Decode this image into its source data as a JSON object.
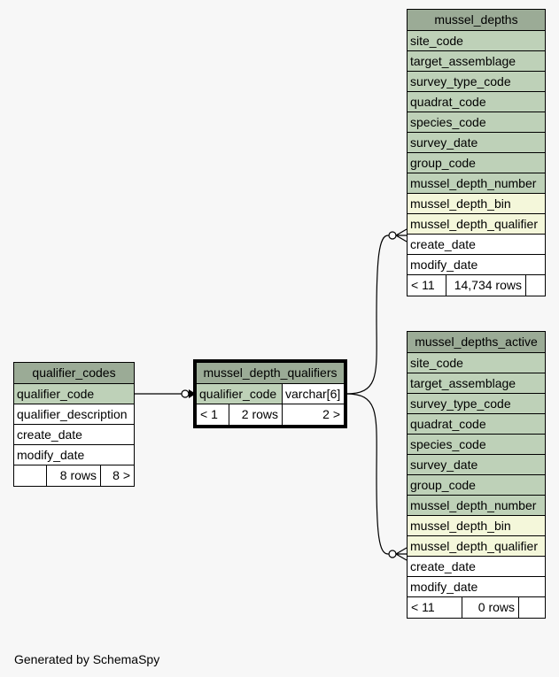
{
  "tables": {
    "qualifier_codes": {
      "name": "qualifier_codes",
      "columns": [
        "qualifier_code",
        "qualifier_description",
        "create_date",
        "modify_date"
      ],
      "footer": {
        "parents": "",
        "rows": "8 rows",
        "children": "8 >"
      }
    },
    "mussel_depth_qualifiers": {
      "name": "mussel_depth_qualifiers",
      "columns": [
        {
          "name": "qualifier_code",
          "type": "varchar[6]"
        }
      ],
      "footer": {
        "parents": "< 1",
        "rows": "2 rows",
        "children": "2 >"
      }
    },
    "mussel_depths": {
      "name": "mussel_depths",
      "columns": [
        "site_code",
        "target_assemblage",
        "survey_type_code",
        "quadrat_code",
        "species_code",
        "survey_date",
        "group_code",
        "mussel_depth_number",
        "mussel_depth_bin",
        "mussel_depth_qualifier",
        "create_date",
        "modify_date"
      ],
      "footer": {
        "parents": "< 11",
        "rows": "14,734 rows",
        "children": ""
      }
    },
    "mussel_depths_active": {
      "name": "mussel_depths_active",
      "columns": [
        "site_code",
        "target_assemblage",
        "survey_type_code",
        "quadrat_code",
        "species_code",
        "survey_date",
        "group_code",
        "mussel_depth_number",
        "mussel_depth_bin",
        "mussel_depth_qualifier",
        "create_date",
        "modify_date"
      ],
      "footer": {
        "parents": "< 11",
        "rows": "0 rows",
        "children": ""
      }
    }
  },
  "colors": {
    "header": "#9bab96",
    "key_column": "#bed1b8",
    "index_column": "#f4f7da",
    "plain_column": "#ffffff",
    "background": "#f7f7f7"
  },
  "generated_by": "Generated by SchemaSpy"
}
